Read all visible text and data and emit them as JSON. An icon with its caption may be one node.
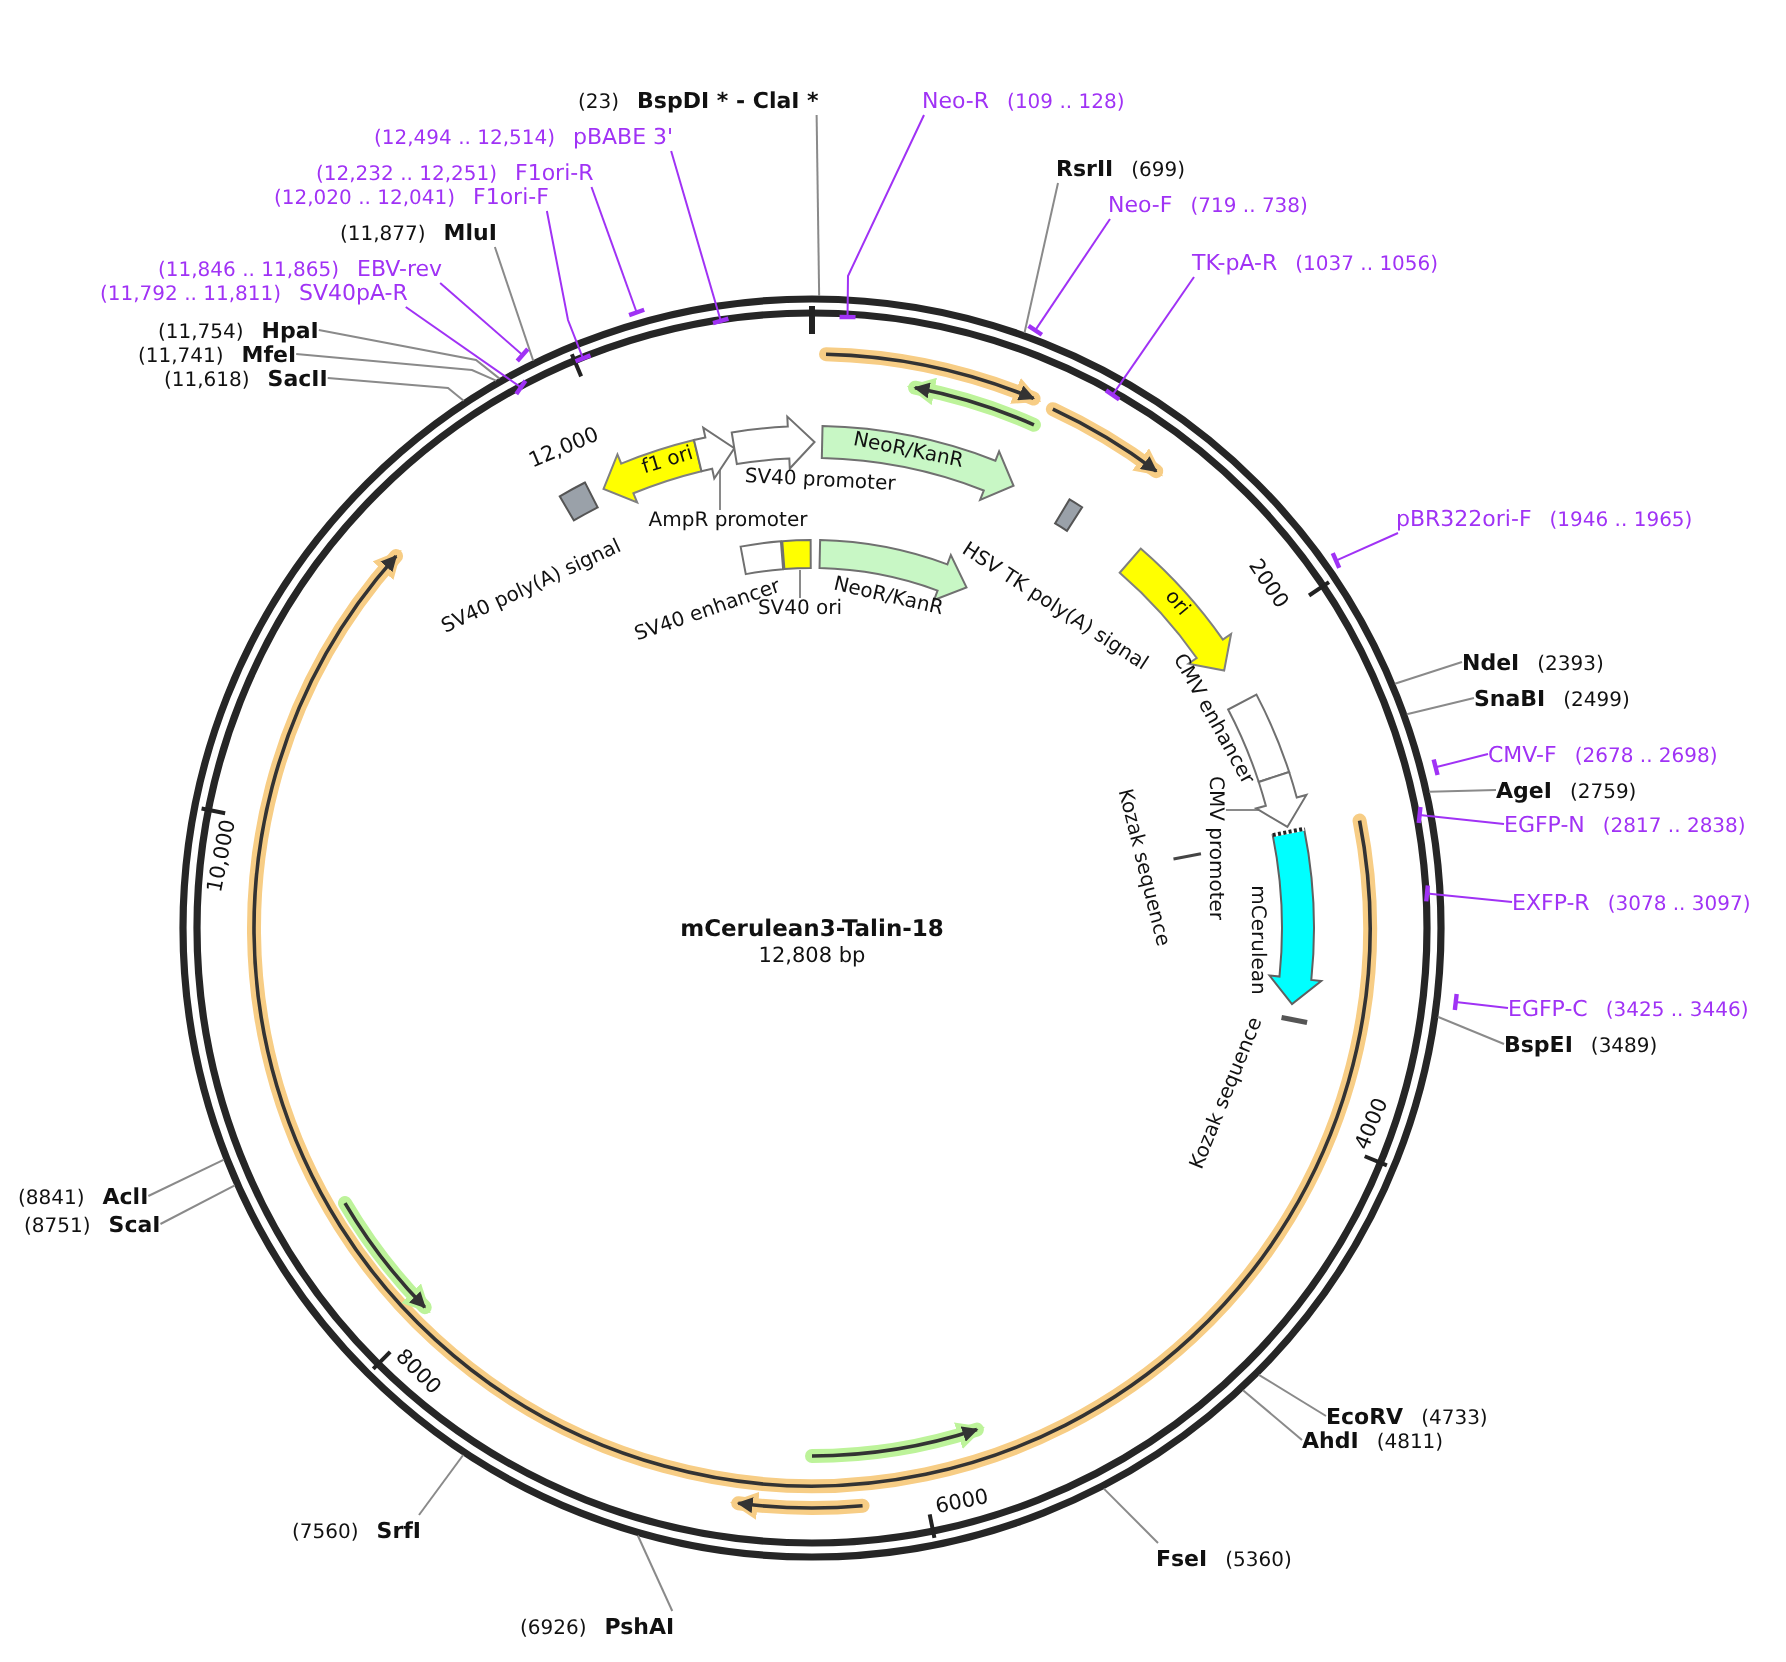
{
  "diagram": {
    "title": "mCerulean3-Talin-18",
    "nodes": [
      {
        "text": [
          "(23)",
          "BspDI * - ClaI *"
        ]
      },
      {
        "text": [
          "Neo-R",
          "(109 .. 128)"
        ]
      },
      {
        "text": [
          "(12,494 .. 12,514)",
          "pBABE 3'"
        ]
      },
      {
        "text": [
          "RsrII",
          "(699)"
        ]
      },
      {
        "text": [
          "(12,232 .. 12,251)",
          "F1ori-R"
        ]
      },
      {
        "text": [
          "(12,020 .. 12,041)",
          "F1ori-F"
        ]
      },
      {
        "text": [
          "Neo-F",
          "(719 .. 738)"
        ]
      },
      {
        "text": [
          "(11,877)",
          "MluI"
        ]
      },
      {
        "text": [
          "TK-pA-R",
          "(1037 .. 1056)"
        ]
      },
      {
        "text": [
          "(11,846 .. 11,865)",
          "EBV-rev"
        ]
      },
      {
        "text": [
          "(11,792 .. 11,811)",
          "SV40pA-R"
        ]
      },
      {
        "text": [
          "(11,754)",
          "HpaI"
        ]
      },
      {
        "text": [
          "(11,741)",
          "MfeI"
        ]
      },
      {
        "text": [
          "(11,618)",
          "SacII"
        ]
      },
      {
        "text": [
          "pBR322ori-F",
          "(1946 .. 1965)"
        ]
      },
      {
        "text": [
          "NdeI",
          "(2393)"
        ]
      },
      {
        "text": [
          "SnaBI",
          "(2499)"
        ]
      },
      {
        "text": [
          "CMV-F",
          "(2678 .. 2698)"
        ]
      },
      {
        "text": [
          "AgeI",
          "(2759)"
        ]
      },
      {
        "text": [
          "EGFP-N",
          "(2817 .. 2838)"
        ]
      },
      {
        "text": [
          "EXFP-R",
          "(3078 .. 3097)"
        ]
      },
      {
        "text": [
          "EGFP-C",
          "(3425 .. 3446)"
        ]
      },
      {
        "text": [
          "BspEI",
          "(3489)"
        ]
      },
      {
        "text": [
          "(8841)",
          "AclI"
        ]
      },
      {
        "text": [
          "(8751)",
          "ScaI"
        ]
      },
      {
        "text": [
          "EcoRV",
          "(4733)"
        ]
      },
      {
        "text": [
          "AhdI",
          "(4811)"
        ]
      },
      {
        "text": [
          "(7560)",
          "SrfI"
        ]
      },
      {
        "text": [
          "FseI",
          "(5360)"
        ]
      },
      {
        "text": [
          "(6926)",
          "PshAI"
        ]
      },
      {
        "text": [],
        "shape": "box",
        "beside": [
          "SV40 poly(A) signal"
        ]
      },
      {
        "text": [
          "f1 ori"
        ]
      },
      {
        "text": [],
        "shape": "arrow"
      },
      {
        "text": [],
        "shape": "arrow",
        "beside": [
          "SV40 promoter"
        ]
      },
      {
        "text": [
          "NeoR/KanR"
        ]
      },
      {
        "text": [],
        "shape": "box",
        "beside": [
          "HSV TK poly(A) signal"
        ]
      },
      {
        "text": [],
        "shape": "box",
        "beside": [
          "SV40 enhancer"
        ]
      },
      {
        "text": [],
        "shape": "box"
      },
      {
        "text": [],
        "shape": "arrow",
        "beside": [
          "NeoR/KanR"
        ]
      },
      {
        "text": [
          "ori"
        ]
      },
      {
        "text": [],
        "shape": "box",
        "beside": [
          "CMV enhancer"
        ]
      },
      {
        "text": [],
        "shape": "arrow"
      },
      {
        "text": [],
        "shape": "bar",
        "beside": [
          "Kozak sequence"
        ]
      },
      {
        "text": [],
        "shape": "arrow",
        "beside": [
          "mCerulean"
        ]
      },
      {
        "text": [],
        "shape": "bar",
        "beside": [
          "Kozak sequence"
        ]
      },
      {
        "text": [
          "AmpR promoter"
        ]
      },
      {
        "text": [
          "SV40 ori"
        ]
      },
      {
        "text": [
          "CMV promoter"
        ]
      }
    ],
    "edges": [
      {
        "from": 0,
        "to": null,
        "arrow": "none"
      },
      {
        "from": 1,
        "to": null,
        "arrow": "other",
        "color": "#a032f5"
      },
      {
        "from": 2,
        "to": null,
        "arrow": "other",
        "color": "#a032f5"
      },
      {
        "from": 3,
        "to": null,
        "arrow": "none"
      },
      {
        "from": 4,
        "to": null,
        "arrow": "other",
        "color": "#a032f5"
      },
      {
        "from": 5,
        "to": null,
        "arrow": "other",
        "color": "#a032f5"
      },
      {
        "from": 6,
        "to": null,
        "arrow": "other",
        "color": "#a032f5"
      },
      {
        "from": 7,
        "to": null,
        "arrow": "none"
      },
      {
        "from": 8,
        "to": null,
        "arrow": "other",
        "color": "#a032f5"
      },
      {
        "from": 9,
        "to": null,
        "arrow": "other",
        "color": "#a032f5"
      },
      {
        "from": 10,
        "to": null,
        "arrow": "other",
        "color": "#a032f5"
      },
      {
        "from": 11,
        "to": null,
        "arrow": "none"
      },
      {
        "from": 12,
        "to": null,
        "arrow": "none"
      },
      {
        "from": 13,
        "to": null,
        "arrow": "none"
      },
      {
        "from": 14,
        "to": null,
        "arrow": "other",
        "color": "#a032f5"
      },
      {
        "from": 15,
        "to": null,
        "arrow": "none"
      },
      {
        "from": 16,
        "to": null,
        "arrow": "none"
      },
      {
        "from": 17,
        "to": null,
        "arrow": "other",
        "color": "#a032f5"
      },
      {
        "from": 18,
        "to": null,
        "arrow": "none"
      },
      {
        "from": 19,
        "to": null,
        "arrow": "other",
        "color": "#a032f5"
      },
      {
        "from": 20,
        "to": null,
        "arrow": "other",
        "color": "#a032f5"
      },
      {
        "from": 21,
        "to": null,
        "arrow": "other",
        "color": "#a032f5"
      },
      {
        "from": 22,
        "to": null,
        "arrow": "none"
      },
      {
        "from": 23,
        "to": null,
        "arrow": "none"
      },
      {
        "from": 24,
        "to": null,
        "arrow": "none"
      },
      {
        "from": 25,
        "to": null,
        "arrow": "none"
      },
      {
        "from": 26,
        "to": null,
        "arrow": "none"
      },
      {
        "from": 27,
        "to": null,
        "arrow": "none"
      },
      {
        "from": 28,
        "to": null,
        "arrow": "none"
      },
      {
        "from": 29,
        "to": null,
        "arrow": "none"
      },
      {
        "from": 45,
        "to": 32,
        "arrow": "none"
      },
      {
        "from": 46,
        "to": 37,
        "arrow": "none"
      },
      {
        "from": 47,
        "to": 41,
        "arrow": "none"
      }
    ],
    "labels": [
      "12,000",
      "2000",
      "10,000",
      "12,808 bp",
      "4000",
      "8000",
      "6000"
    ]
  }
}
